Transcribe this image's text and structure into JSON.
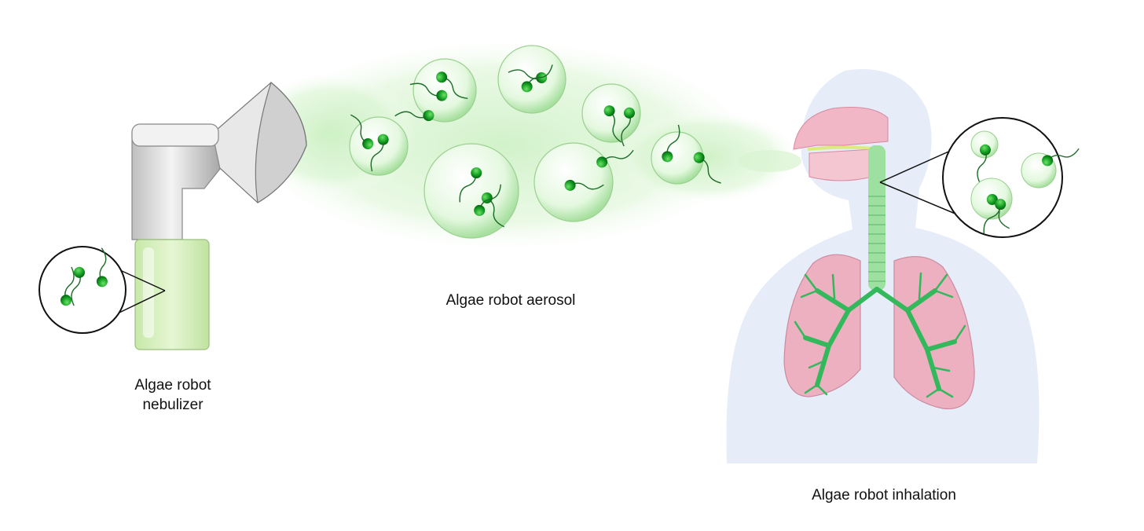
{
  "labels": {
    "nebulizer": "Algae robot\nnebulizer",
    "aerosol": "Algae robot aerosol",
    "inhalation": "Algae robot inhalation"
  },
  "colors": {
    "algae": "#1a9e2a",
    "mist": "#b8ebb0",
    "lung": "#e8a8b8",
    "airway": "#3ec56a",
    "body": "#e6edf8"
  },
  "icons": [
    "nebulizer-icon",
    "aerosol-bubble-icon",
    "lungs-icon",
    "zoom-callout-icon"
  ]
}
